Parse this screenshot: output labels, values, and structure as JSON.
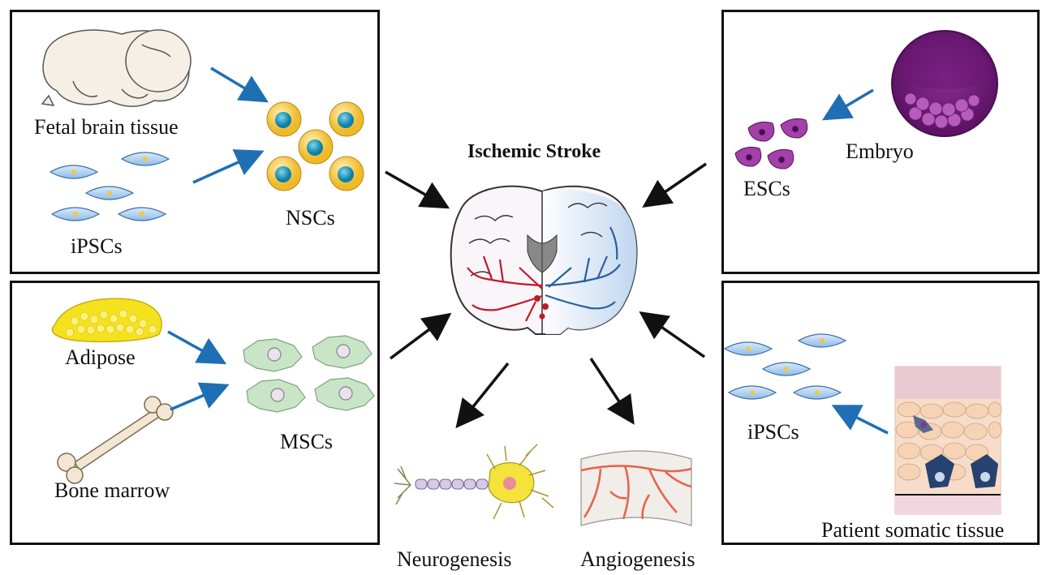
{
  "title": "Ischemic Stroke",
  "sources": {
    "top_left": {
      "fetal": "Fetal brain tissue",
      "ipscs": "iPSCs",
      "target": "NSCs"
    },
    "top_right": {
      "embryo": "Embryo",
      "target": "ESCs"
    },
    "bottom_left": {
      "adipose": "Adipose",
      "bone": "Bone marrow",
      "target": "MSCs"
    },
    "bottom_right": {
      "tissue": "Patient somatic tissue",
      "target": "iPSCs"
    }
  },
  "outcomes": {
    "neuro": "Neurogenesis",
    "angio": "Angiogenesis"
  },
  "colors": {
    "arrow_blue": "#1f6fb5",
    "arrow_black": "#111111",
    "nsc_outer": "#f2c23c",
    "nsc_nucleus": "#1aa3c9",
    "ipsc": "#a9cdef",
    "esc": "#9b3a9f",
    "msc": "#c7e3c5",
    "brain_red": "#c0192b",
    "brain_blue": "#2b5f9e"
  }
}
